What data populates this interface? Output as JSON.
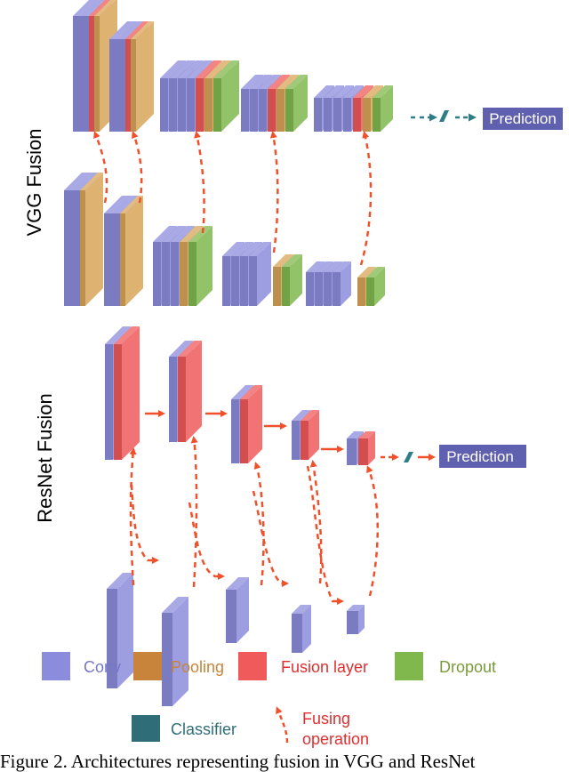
{
  "vgg": {
    "title": "VGG Fusion",
    "prediction": "Prediction"
  },
  "resnet": {
    "title": "ResNet Fusion",
    "prediction": "Prediction"
  },
  "legend": {
    "conv": "Conv",
    "pooling": "Pooling",
    "fusion_layer": "Fusion layer",
    "dropout": "Dropout",
    "classifier": "Classifier",
    "fusing_line1": "Fusing",
    "fusing_line2": "operation"
  },
  "colors": {
    "conv": "#8c8cdc",
    "pooling": "#d8a458",
    "fusion": "#f05a5a",
    "dropout": "#80b84e",
    "classifier": "#2f7d86",
    "fusing_arrow": "#f0502a",
    "prediction_box": "#6060b0",
    "legend_conv": "#7777c8",
    "legend_pooling": "#c8843a",
    "legend_fusion": "#e03030",
    "legend_dropout": "#7a9a3c",
    "legend_classifier": "#2f6e78"
  },
  "caption": "Figure 2. Architectures representing fusion in VGG and ResNet"
}
